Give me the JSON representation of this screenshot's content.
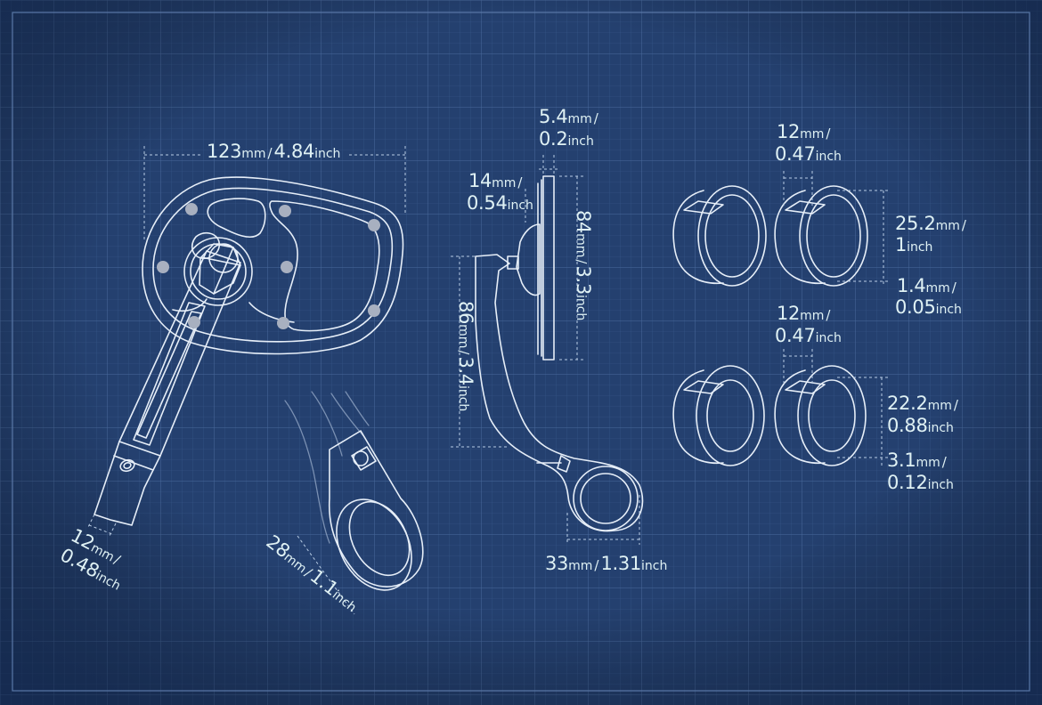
{
  "colors": {
    "background": "#24406f",
    "line": "#e6eef8",
    "dimension_line": "#b8cce4",
    "text": "#dff1f4",
    "bolt": "#a8b0c0"
  },
  "dimensions": {
    "mirror_width": {
      "mm": "123",
      "inch": "4.84"
    },
    "mirror_depth": {
      "mm": "5.4",
      "inch": "0.2"
    },
    "mount_depth": {
      "mm": "14",
      "inch": "0.54"
    },
    "mirror_height": {
      "mm": "84",
      "inch": "3.3"
    },
    "arm_height": {
      "mm": "86",
      "inch": "3.4"
    },
    "clamp_diameter": {
      "mm": "33",
      "inch": "1.31"
    },
    "arm_width": {
      "mm": "12",
      "inch": "0.48"
    },
    "clamp_bore": {
      "mm": "28",
      "inch": "1.1"
    },
    "shim_a_width": {
      "mm": "12",
      "inch": "0.47"
    },
    "shim_a_diameter": {
      "mm": "25.2",
      "inch": "1"
    },
    "shim_a_wall": {
      "mm": "1.4",
      "inch": "0.05"
    },
    "shim_b_width": {
      "mm": "12",
      "inch": "0.47"
    },
    "shim_b_diameter": {
      "mm": "22.2",
      "inch": "0.88"
    },
    "shim_b_wall": {
      "mm": "3.1",
      "inch": "0.12"
    }
  },
  "units": {
    "mm": "mm",
    "inch": "inch",
    "separator": "/"
  }
}
